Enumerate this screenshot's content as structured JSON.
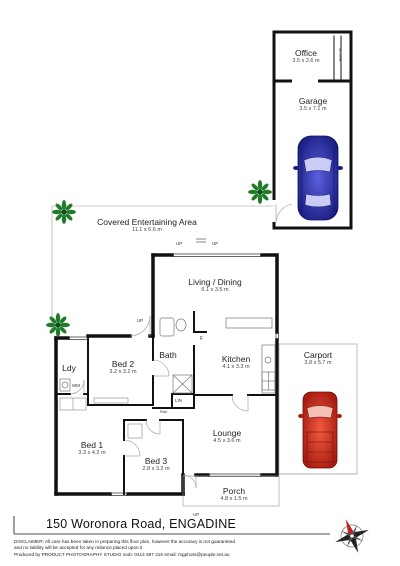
{
  "rooms": {
    "office": {
      "name": "Office",
      "dims": "3.5 x 2.6 m"
    },
    "garage": {
      "name": "Garage",
      "dims": "3.5 x 7.1 m"
    },
    "covered_entertaining": {
      "name": "Covered Entertaining Area",
      "dims": "11.1 x 6.6 m"
    },
    "living_dining": {
      "name": "Living / Dining",
      "dims": "6.1 x 3.5 m"
    },
    "kitchen": {
      "name": "Kitchen",
      "dims": "4.1 x 3.3 m"
    },
    "carport": {
      "name": "Carport",
      "dims": "3.8 x 5.7 m"
    },
    "bed2": {
      "name": "Bed 2",
      "dims": "3.2 x 3.2 m"
    },
    "bath": {
      "name": "Bath",
      "dims": ""
    },
    "laundry": {
      "name": "Ldy",
      "dims": ""
    },
    "bed1": {
      "name": "Bed 1",
      "dims": "3.3 x 4.2 m"
    },
    "bed3": {
      "name": "Bed 3",
      "dims": "2.8 x 3.2 m"
    },
    "lounge": {
      "name": "Lounge",
      "dims": "4.5 x 3.6 m"
    },
    "porch": {
      "name": "Porch",
      "dims": "4.8 x 1.5 m"
    }
  },
  "fixtures": {
    "store": "STORE",
    "wm": "WM",
    "up_1": "UP",
    "up_2": "UP",
    "up_3": "UP",
    "up_4": "UP",
    "fridge": "F",
    "linen": "LIN",
    "robe": "Rob"
  },
  "footer": {
    "address": "150 Woronora Road, ENGADINE",
    "disclaimer_1": "DISCLAIMER: All care has been taken in preparing this floor plan, however the accuracy is not guaranteed",
    "disclaimer_2": "and no liability will be accepted for any reliance placed upon it",
    "disclaimer_3": "Produced by PRODUCT PHOTOGRAPHY STUDIO mob: 0414 697 215  email: mgphoto@people.net.au"
  },
  "colors": {
    "wall": "#111111",
    "car_garage": "#2b2fa8",
    "car_carport": "#d62a1f",
    "plant": "#1f7a2a"
  },
  "icons": {
    "compass": "compass-rose-icon",
    "car": "car-icon",
    "plant": "plant-icon"
  }
}
